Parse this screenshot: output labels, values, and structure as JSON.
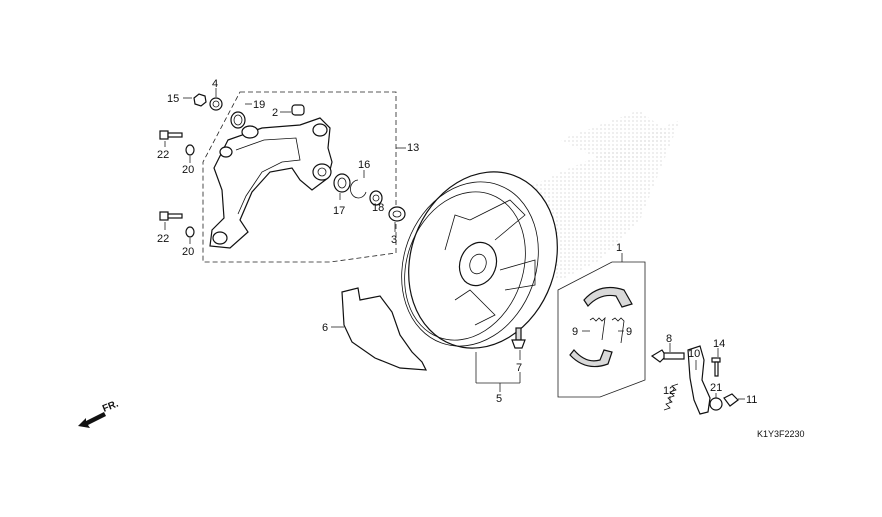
{
  "diagram": {
    "code": "K1Y3F2230",
    "front_label": "FR.",
    "callouts": {
      "c1": "1",
      "c2": "2",
      "c3": "3",
      "c4": "4",
      "c5": "5",
      "c6": "6",
      "c7": "7",
      "c8": "8",
      "c9a": "9",
      "c9b": "9",
      "c10": "10",
      "c11": "11",
      "c12": "12",
      "c13": "13",
      "c14": "14",
      "c15": "15",
      "c16": "16",
      "c17": "17",
      "c18": "18",
      "c19": "19",
      "c20a": "20",
      "c20b": "20",
      "c21": "21",
      "c22a": "22",
      "c22b": "22"
    }
  }
}
